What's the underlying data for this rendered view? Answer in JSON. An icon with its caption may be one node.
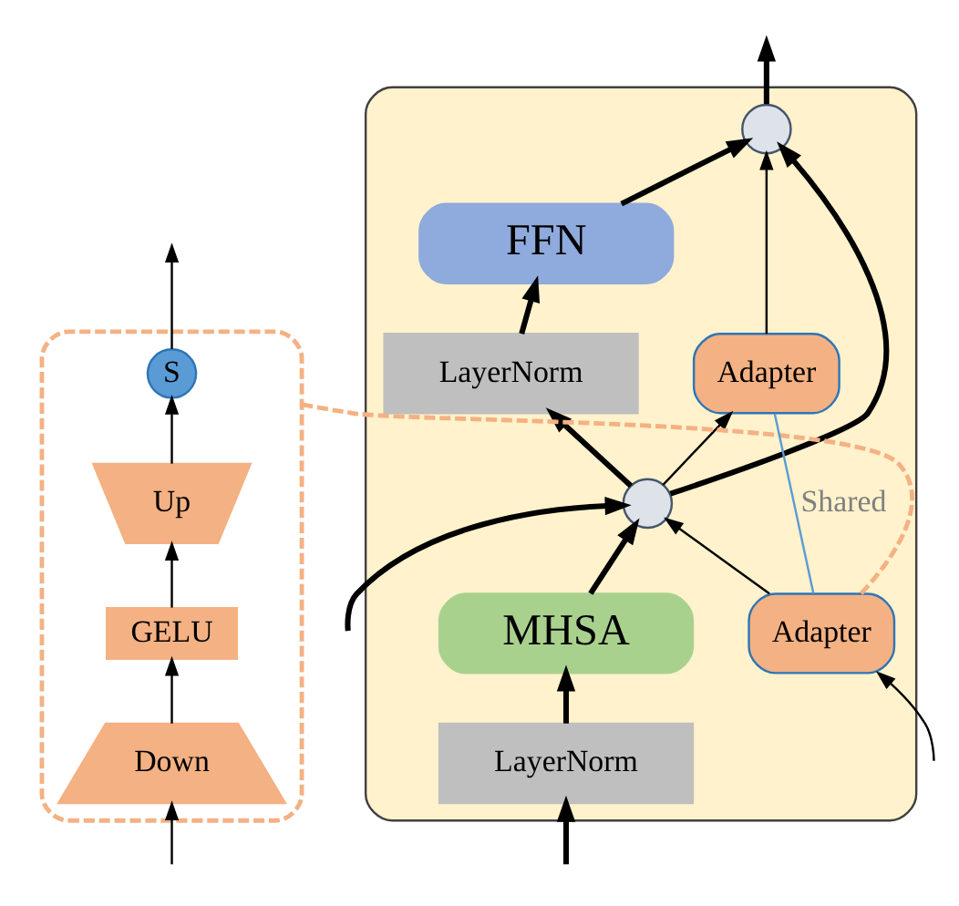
{
  "diagram": {
    "nodes": [
      {
        "text": [],
        "shape": "box"
      },
      {
        "text": [
          "S"
        ],
        "in": 0
      },
      {
        "text": [
          "Up"
        ],
        "in": 0
      },
      {
        "text": [
          "GELU"
        ],
        "in": 0
      },
      {
        "text": [
          "Down"
        ],
        "in": 0
      },
      {
        "text": [],
        "shape": "box"
      },
      {
        "text": [],
        "shape": "circle",
        "in": 5
      },
      {
        "text": [
          "FFN"
        ],
        "in": 5
      },
      {
        "text": [
          "Adapter"
        ],
        "in": 5
      },
      {
        "text": [
          "LayerNorm"
        ],
        "in": 5
      },
      {
        "text": [],
        "shape": "circle",
        "in": 5
      },
      {
        "text": [
          "MHSA"
        ],
        "in": 5
      },
      {
        "text": [
          "Adapter"
        ],
        "in": 5
      },
      {
        "text": [
          "LayerNorm"
        ],
        "in": 5
      }
    ],
    "edges": [
      {
        "from": null,
        "to": 4,
        "arrow": "to"
      },
      {
        "from": 4,
        "to": 3,
        "arrow": "to"
      },
      {
        "from": 3,
        "to": 2,
        "arrow": "to"
      },
      {
        "from": 2,
        "to": 1,
        "arrow": "to"
      },
      {
        "from": 1,
        "to": null,
        "arrow": "to"
      },
      {
        "from": null,
        "to": 13,
        "arrow": "to",
        "style": "thick"
      },
      {
        "from": null,
        "to": 10,
        "arrow": "to",
        "style": "thick"
      },
      {
        "from": null,
        "to": 12,
        "arrow": "to"
      },
      {
        "from": 13,
        "to": 11,
        "arrow": "to",
        "style": "thick"
      },
      {
        "from": 11,
        "to": 10,
        "arrow": "to",
        "style": "thick"
      },
      {
        "from": 12,
        "to": 10,
        "arrow": "to"
      },
      {
        "from": 10,
        "to": 9,
        "arrow": "to",
        "style": "thick"
      },
      {
        "from": 10,
        "to": 6,
        "arrow": "to",
        "style": "thick"
      },
      {
        "from": 10,
        "to": 8,
        "arrow": "to"
      },
      {
        "from": 9,
        "to": 7,
        "arrow": "to",
        "style": "thick"
      },
      {
        "from": 7,
        "to": 6,
        "arrow": "to",
        "style": "thick"
      },
      {
        "from": 8,
        "to": 6,
        "arrow": "to"
      },
      {
        "from": 6,
        "to": null,
        "arrow": "to",
        "style": "thick"
      },
      {
        "from": 12,
        "to": 8,
        "arrow": "none",
        "label": "Shared",
        "color": "#5b9bd5"
      },
      {
        "from": 12,
        "to": 0,
        "arrow": "none",
        "style": "dashed",
        "color": "#f4b183"
      }
    ]
  }
}
